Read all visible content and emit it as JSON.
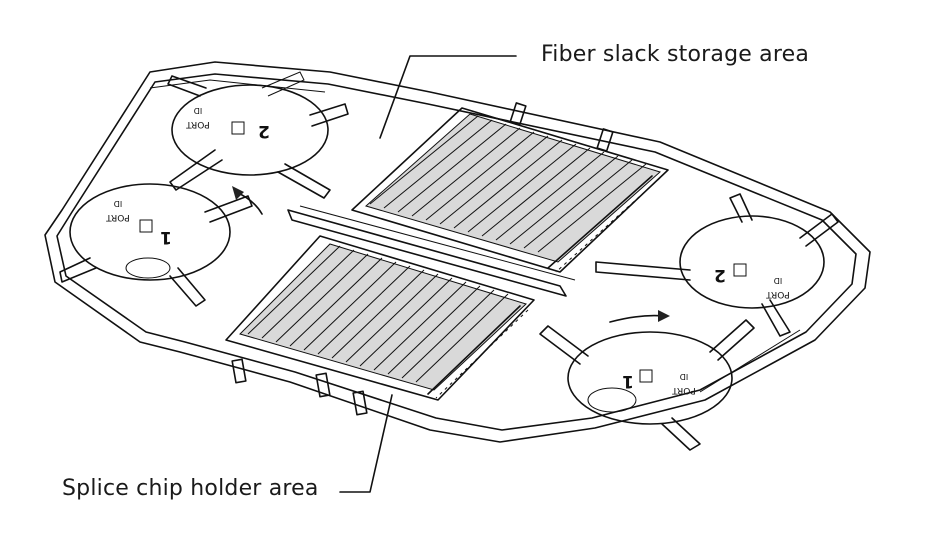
{
  "callouts": {
    "top": "Fiber slack storage area",
    "bottom": "Splice chip holder area"
  },
  "spool_labels": {
    "port": "PORT",
    "id": "ID",
    "left_top_number": "2",
    "left_bottom_number": "1",
    "right_top_number": "2",
    "right_bottom_number": "1"
  }
}
